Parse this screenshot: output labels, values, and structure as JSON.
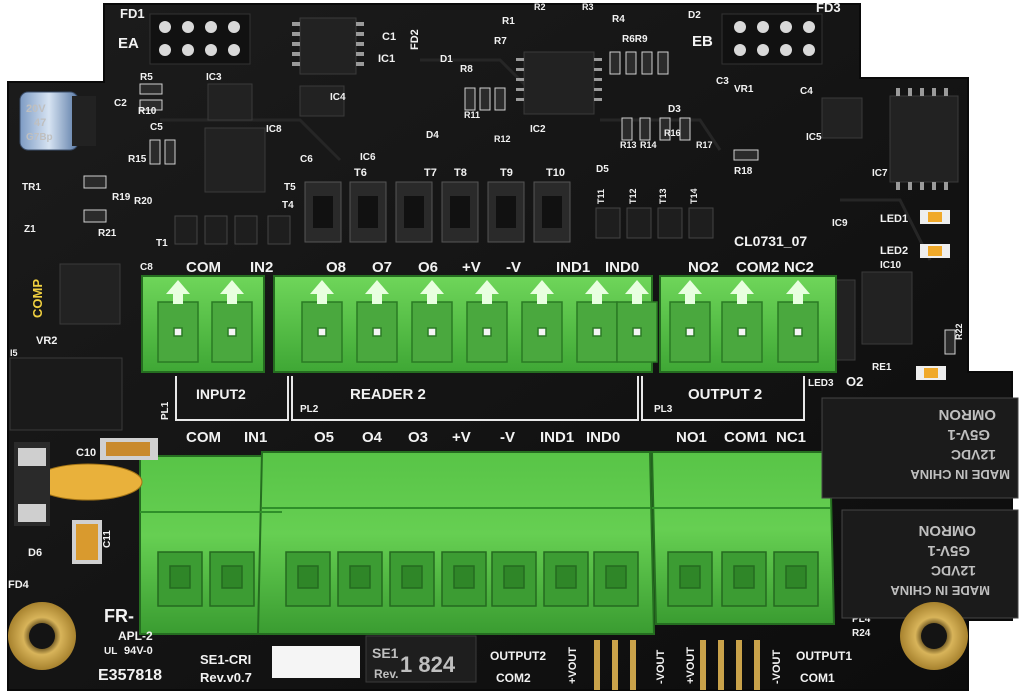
{
  "board": {
    "colors": {
      "pcb": "#141414",
      "terminal": "#5cc84a",
      "terminal_dark": "#2f8f2a",
      "silk": "#f2f2f2",
      "pad": "#c9a24a",
      "chip": "#1f1f1f"
    },
    "headers": [
      "FD1",
      "EA",
      "FD3",
      "EB",
      "FD2",
      "FD4",
      "COMP",
      "CL0731_07"
    ],
    "refs": [
      "C1",
      "IC1",
      "R1",
      "R2",
      "R3",
      "R4",
      "R6R9",
      "D1",
      "D2",
      "R5",
      "R7",
      "R8",
      "IC3",
      "IC4",
      "IC2",
      "D3",
      "C3",
      "VR1",
      "C4",
      "C2",
      "R10",
      "C5",
      "IC8",
      "D4",
      "R11",
      "R12",
      "R13",
      "R14",
      "R16",
      "R17",
      "R18",
      "IC5",
      "IC7",
      "R15",
      "C6",
      "IC6",
      "D5",
      "TR1",
      "R19",
      "R20",
      "R21",
      "Z1",
      "T1",
      "T4",
      "T5",
      "T6",
      "T7",
      "T8",
      "T9",
      "T10",
      "T11",
      "T12",
      "T13",
      "T14",
      "IC9",
      "LED1",
      "LED2",
      "IC10",
      "C8",
      "VR2",
      "R22",
      "RE1",
      "LED3",
      "O2",
      "I5",
      "PL1",
      "PL2",
      "PL3",
      "C10",
      "D6",
      "C11",
      "PL4",
      "R24"
    ],
    "top_labels": [
      "COM",
      "IN2",
      "O8",
      "O7",
      "O6",
      "+V",
      "-V",
      "IND1",
      "IND0",
      "NO2",
      "COM2",
      "NC2"
    ],
    "section_labels": [
      "INPUT2",
      "READER 2",
      "OUTPUT 2"
    ],
    "bottom_labels": [
      "COM",
      "IN1",
      "O5",
      "O4",
      "O3",
      "+V",
      "-V",
      "IND1",
      "IND0",
      "NO1",
      "COM1",
      "NC1"
    ],
    "relay_text": {
      "line1": "MADE IN CHINA",
      "line2": "12VDC",
      "line3": "G5V-1",
      "brand": "OMRON"
    },
    "cap_text": {
      "a": "20V",
      "b": "47",
      "c": "G7Bp"
    },
    "footer": {
      "fr": "FR-",
      "apl": "APL-2",
      "rating": "94V-0",
      "serial": "E357818",
      "board_name": "SE1-CRI",
      "rev": "Rev.v0.7",
      "chip_a": "SE1",
      "chip_b": "Rev.",
      "chip_code": "1 824",
      "out2": "OUTPUT2",
      "com2": "COM2",
      "vout_p": "+VOUT",
      "vout_n": "-VOUT",
      "vout_p2": "+VOUT",
      "vout_n2": "-VOUT",
      "out1": "OUTPUT1",
      "com1": "COM1"
    }
  }
}
